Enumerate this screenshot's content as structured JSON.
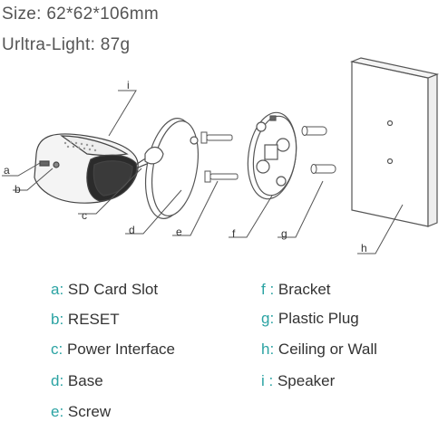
{
  "specs": {
    "size": "Size: 62*62*106mm",
    "weight": "Urltra-Light: 87g"
  },
  "callouts": {
    "a": "a",
    "b": "b",
    "c": "c",
    "d": "d",
    "e": "e",
    "f": "f",
    "g": "g",
    "h": "h",
    "i": "i"
  },
  "legend": {
    "a": {
      "key": "a:",
      "text": " SD Card Slot"
    },
    "b": {
      "key": "b:",
      "text": " RESET"
    },
    "c": {
      "key": "c:",
      "text": " Power Interface"
    },
    "d": {
      "key": "d:",
      "text": " Base"
    },
    "e": {
      "key": "e:",
      "text": " Screw"
    },
    "f": {
      "key": "f :",
      "text": " Bracket"
    },
    "g": {
      "key": "g:",
      "text": " Plastic Plug"
    },
    "h": {
      "key": "h:",
      "text": " Ceiling or Wall"
    },
    "i": {
      "key": "i :",
      "text": " Speaker"
    }
  },
  "colors": {
    "accent": "#2ba3a3",
    "text": "#333333",
    "line": "#555555"
  }
}
